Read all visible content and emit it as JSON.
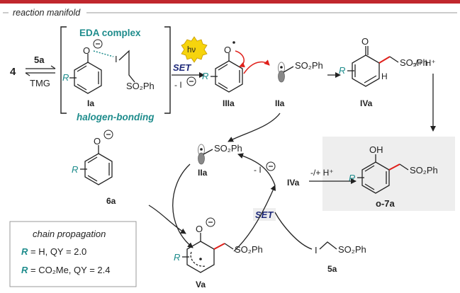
{
  "header": {
    "title": "reaction manifold",
    "top_bar_color": "#c0272d"
  },
  "colors": {
    "teal": "#1e8c8c",
    "navy": "#1f2a7a",
    "red": "#e0201b",
    "gray": "#8a8a8a",
    "box_fill": "#eeeeee"
  },
  "reagents": {
    "start": "4",
    "reagent": "5a",
    "base": "TMG"
  },
  "complex": {
    "eda_label": "EDA complex",
    "halogen_label": "halogen-bonding",
    "id": "Ia",
    "o_label": "O",
    "i_label": "I",
    "group": "SO₂Ph",
    "r_label": "R"
  },
  "step1": {
    "light": "hν",
    "set": "SET",
    "loss": "- I",
    "minus": "−"
  },
  "species": {
    "IIIa": "IIIa",
    "IIa_top": "IIa",
    "IVa_top": "IVa",
    "IIa_mid": "IIa",
    "IVa_mid": "IVa",
    "Va": "Va",
    "6a": "6a",
    "5a_bottom": "5a",
    "product": "o-7a"
  },
  "labels": {
    "o": "O",
    "oh": "OH",
    "h": "H",
    "r": "R",
    "i": "I",
    "group": "SO₂Ph",
    "proton": "-/+ H⁺",
    "proton2": "-/+ H⁺",
    "loss_iodide": "- I",
    "set_center": "SET"
  },
  "legend": {
    "title": "chain propagation",
    "line1_r": "R",
    "line1_rest": " = H, QY = 2.0",
    "line2_r": "R",
    "line2_rest": " = CO₂Me, QY = 2.4"
  }
}
